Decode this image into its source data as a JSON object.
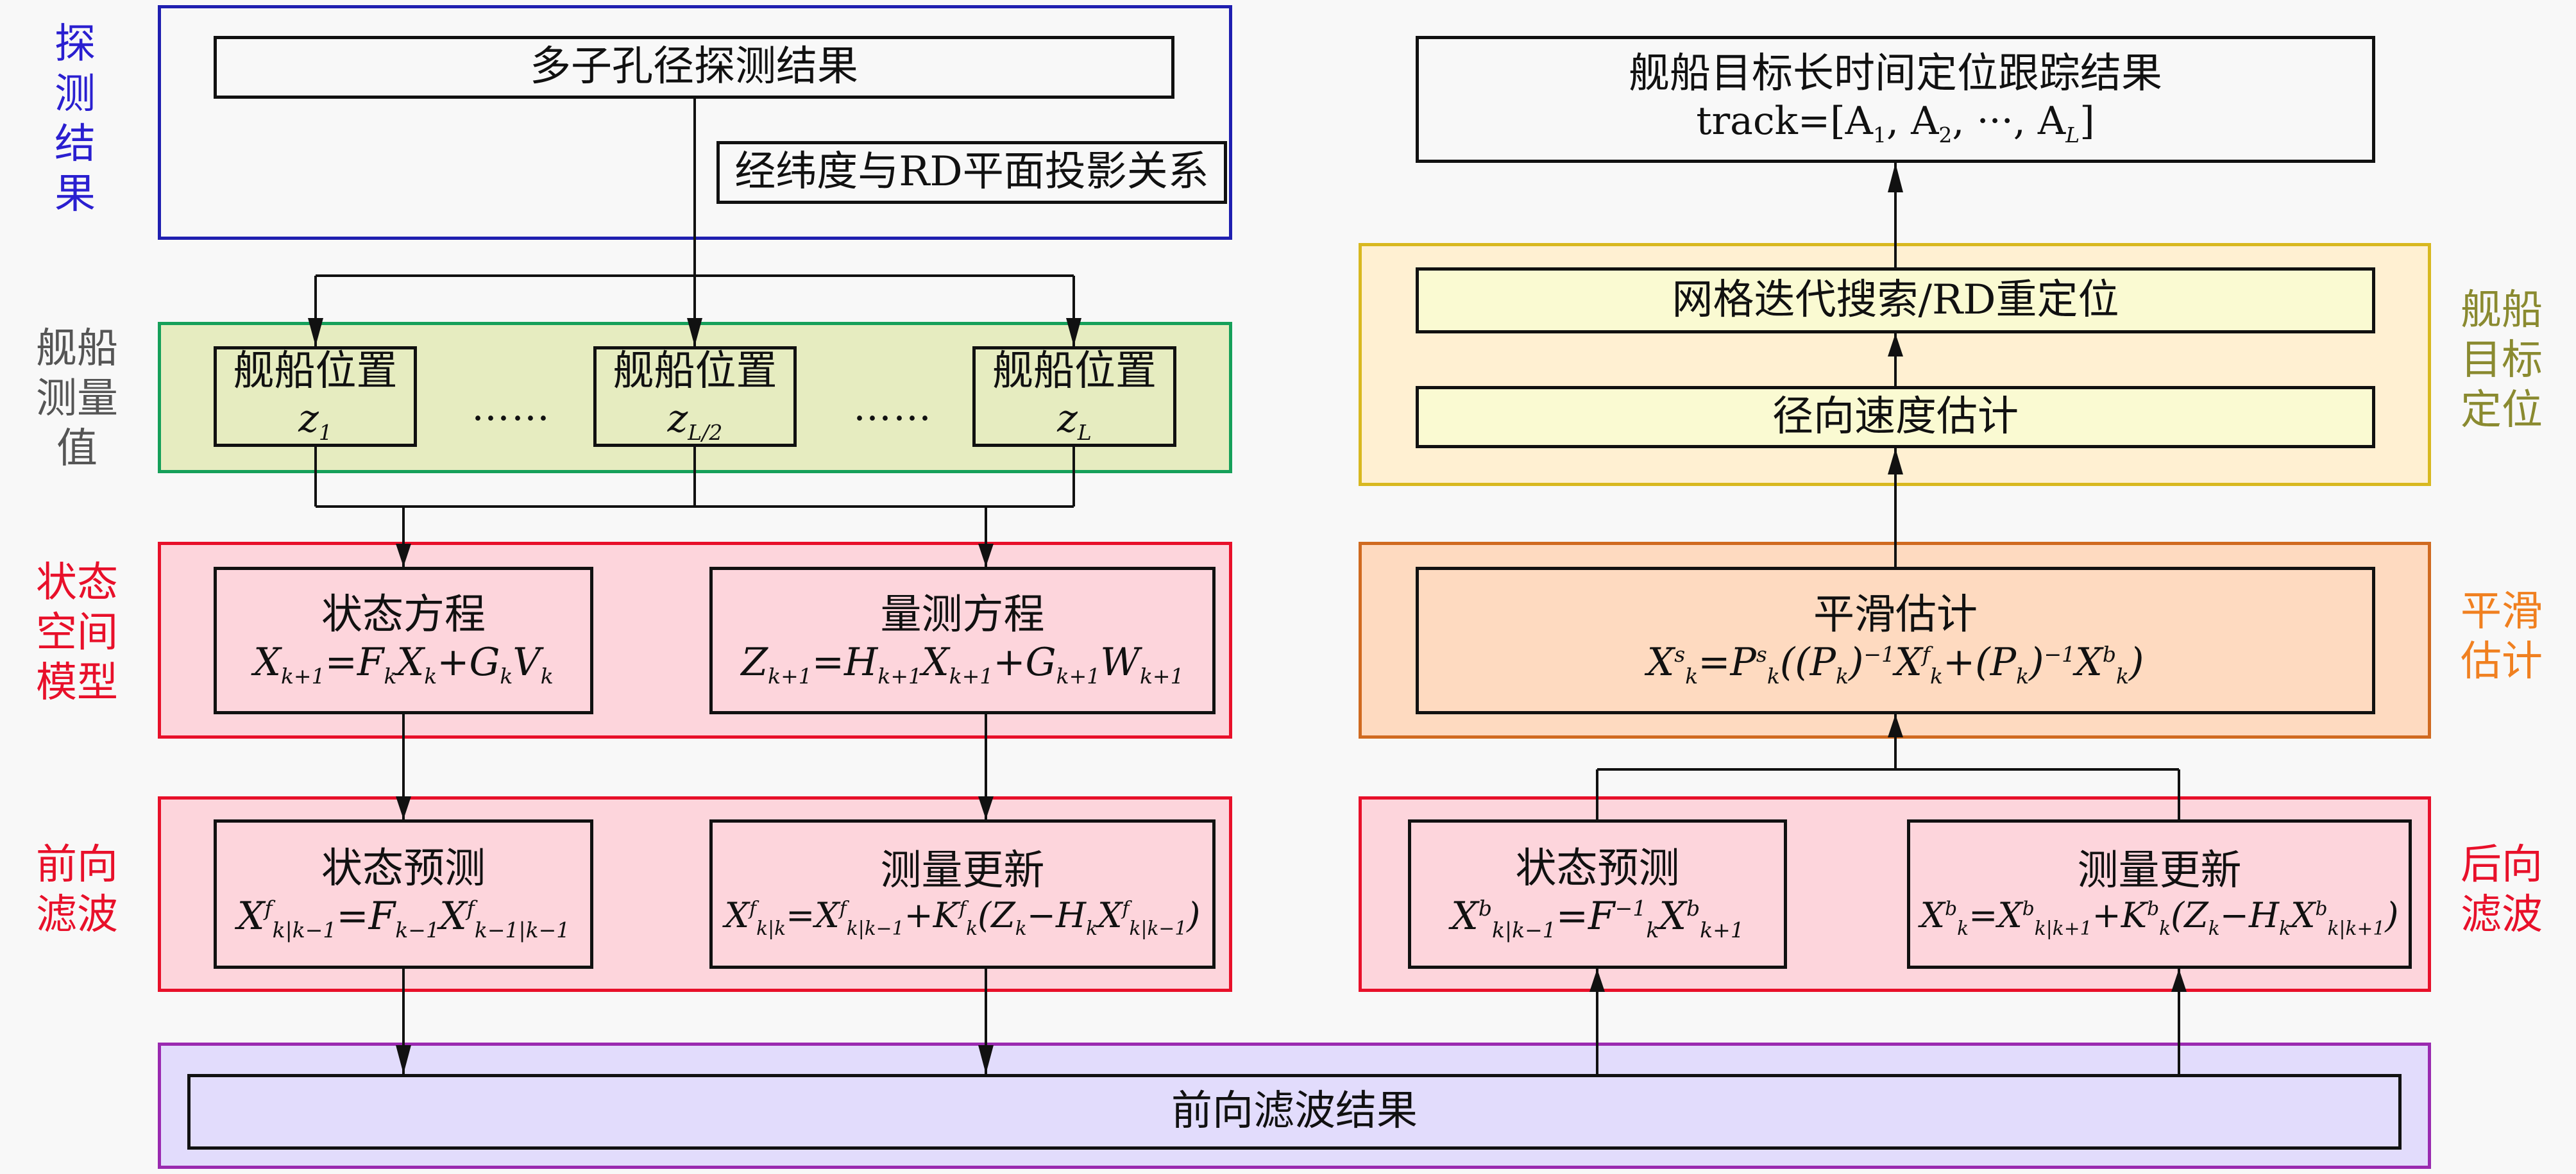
{
  "colors": {
    "detection_border": "#1f1fb0",
    "detection_label": "#2a1fd0",
    "measurement_border": "#16a05a",
    "measurement_bg": "#e6ecc0",
    "measurement_label": "#555555",
    "state_border": "#e8102a",
    "state_bg": "#fdd5dc",
    "state_label": "#e8102a",
    "localization_border": "#d8b820",
    "localization_bg": "#fff0d2",
    "localization_label": "#8a8a30",
    "smoothing_border": "#d06a20",
    "smoothing_bg": "#fedac0",
    "smoothing_label": "#f08020",
    "result_border": "#9a2ab0",
    "result_bg": "#e2dcfc",
    "box_bg_plain": "#f8f8f8",
    "box_bg_yellow": "#fafad2"
  },
  "left": {
    "detection": {
      "label": [
        "探",
        "测",
        "结",
        "果"
      ],
      "multi_aperture": "多子孔径探测结果",
      "projection": "经纬度与RD平面投影关系"
    },
    "measurement": {
      "label": [
        "舰船",
        "测量",
        "值"
      ],
      "boxes": [
        {
          "title": "舰船位置",
          "var": "z",
          "sub": "1"
        },
        {
          "title": "舰船位置",
          "var": "z",
          "sub": "L/2"
        },
        {
          "title": "舰船位置",
          "var": "z",
          "sub": "L"
        }
      ],
      "ellipsis": "……"
    },
    "state_space": {
      "label": [
        "状态",
        "空间",
        "模型"
      ],
      "state_eq": {
        "title": "状态方程",
        "formula": "X_{k+1}=F_kX_k+G_kV_k"
      },
      "meas_eq": {
        "title": "量测方程",
        "formula": "Z_{k+1}=H_{k+1}X_{k+1}+G_{k+1}W_{k+1}"
      }
    },
    "forward": {
      "label": [
        "前向",
        "滤波"
      ],
      "predict": {
        "title": "状态预测",
        "formula": "X^f_{k|k-1}=F_{k-1}X^f_{k-1|k-1}"
      },
      "update": {
        "title": "测量更新",
        "formula": "X^f_{k|k}=X^f_{k|k-1}+K^f_k(Z_k-H_kX^f_{k|k-1})"
      }
    }
  },
  "bottom": {
    "forward_result": "前向滤波结果"
  },
  "right": {
    "track": {
      "title": "舰船目标长时间定位跟踪结果",
      "formula": "track=[A_1, A_2, ···, A_L]"
    },
    "localization": {
      "label": [
        "舰船",
        "目标",
        "定位"
      ],
      "grid_search": "网格迭代搜索/RD重定位",
      "radial_velocity": "径向速度估计"
    },
    "smoothing": {
      "label": [
        "平滑",
        "估计"
      ],
      "title": "平滑估计",
      "formula": "X^s_k=P^s_k((P_k)^{-1}X^f_k+(P_k)^{-1}X^b_k)"
    },
    "backward": {
      "label": [
        "后向",
        "滤波"
      ],
      "predict": {
        "title": "状态预测",
        "formula": "X^b_{k|k-1}=F^{-1}_kX^b_{k+1}"
      },
      "update": {
        "title": "测量更新",
        "formula": "X^b_k=X^b_{k|k+1}+K^b_k(Z_k-H_kX^b_{k|k+1})"
      }
    }
  }
}
